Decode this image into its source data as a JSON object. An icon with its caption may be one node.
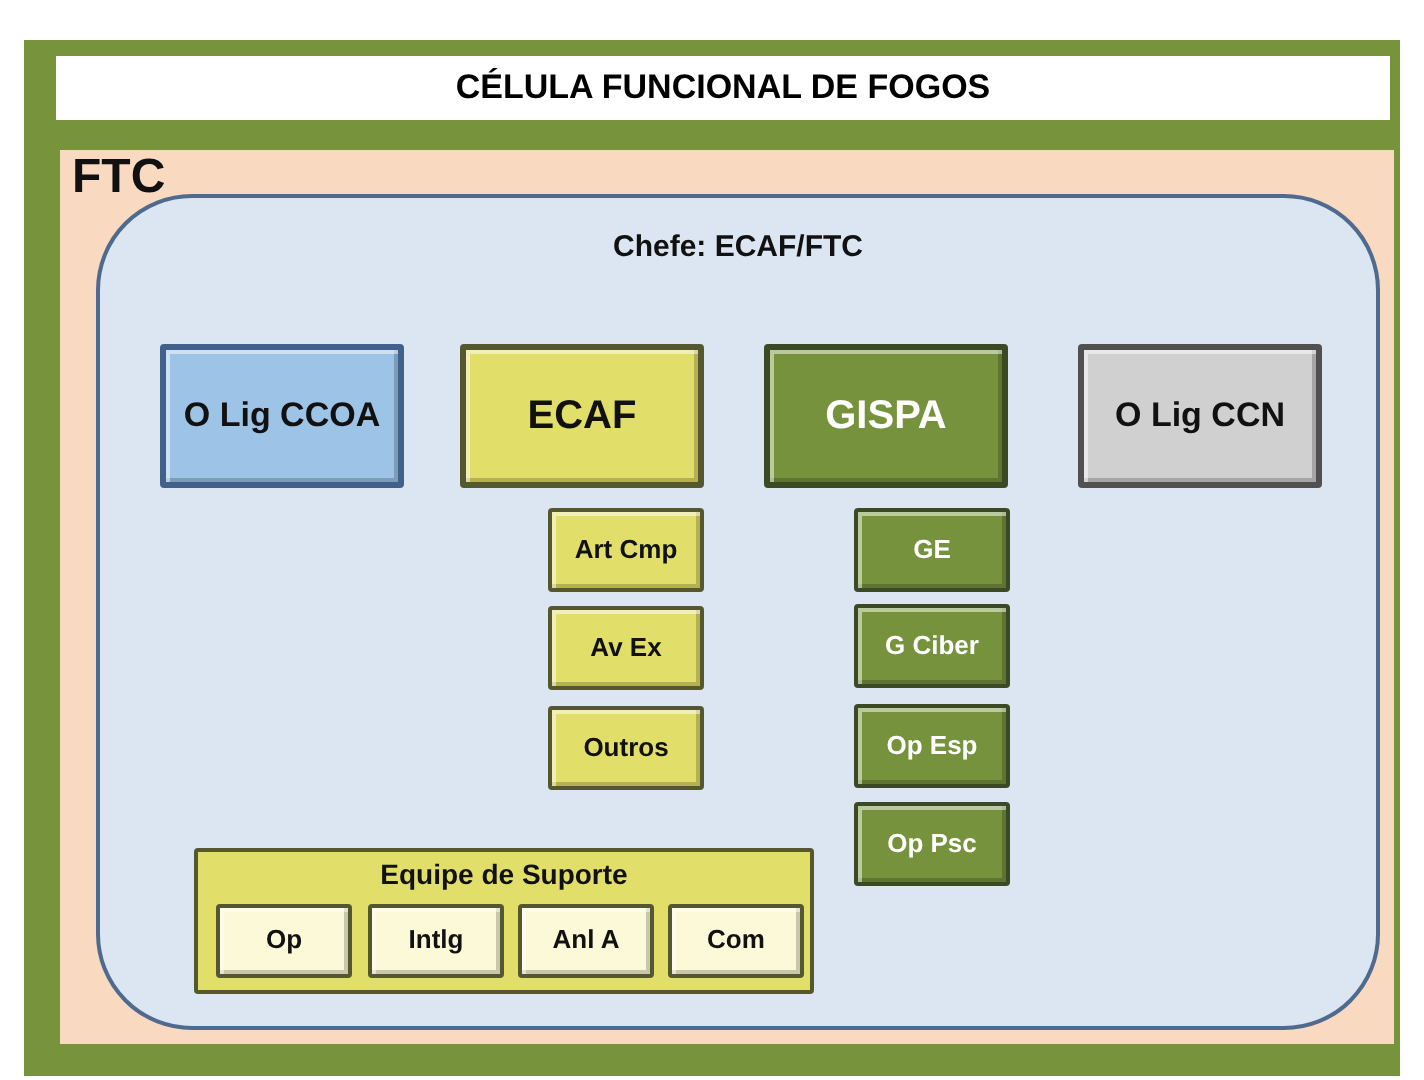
{
  "diagram": {
    "title": "CÉLULA FUNCIONAL DE FOGOS",
    "nodes": [
      {
        "text": [
          "FTC"
        ]
      },
      {
        "text": [
          "Chefe:  ECAF/FTC"
        ],
        "in": 0
      },
      {
        "text": [
          "O Lig CCOA"
        ],
        "in": 1
      },
      {
        "text": [
          "ECAF"
        ],
        "in": 1
      },
      {
        "text": [
          "GISPA"
        ],
        "in": 1
      },
      {
        "text": [
          "O Lig CCN"
        ],
        "in": 1
      },
      {
        "text": [
          "Art Cmp"
        ],
        "in": 1
      },
      {
        "text": [
          "Av Ex"
        ],
        "in": 1
      },
      {
        "text": [
          "Outros"
        ],
        "in": 1
      },
      {
        "text": [
          "GE"
        ],
        "in": 1
      },
      {
        "text": [
          "G Ciber"
        ],
        "in": 1
      },
      {
        "text": [
          "Op Esp"
        ],
        "in": 1
      },
      {
        "text": [
          "Op Psc"
        ],
        "in": 1
      },
      {
        "text": [
          "Equipe de Suporte"
        ],
        "in": 1
      },
      {
        "text": [
          "Op"
        ],
        "in": 13
      },
      {
        "text": [
          "Intlg"
        ],
        "in": 13
      },
      {
        "text": [
          "Anl A"
        ],
        "in": 13
      },
      {
        "text": [
          "Com"
        ],
        "in": 13
      }
    ]
  }
}
